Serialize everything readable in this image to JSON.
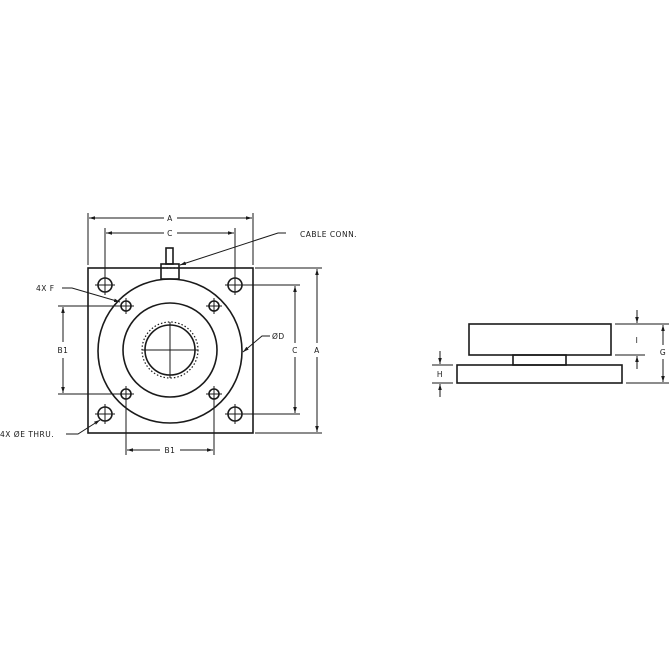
{
  "drawing": {
    "top_view": {
      "labels": {
        "width_a": "A",
        "hole_spacing_c": "C",
        "cable_conn": "CABLE CONN.",
        "mount_holes_f": "4X F",
        "bolt_spacing_b1_vertical": "B1",
        "diameter_d": "ØD",
        "height_c": "C",
        "height_a": "A",
        "thru_holes_e": "4X ØE THRU.",
        "bolt_spacing_b1_horizontal": "B1"
      }
    },
    "side_view": {
      "labels": {
        "dim_i": "I",
        "dim_g": "G",
        "dim_h": "H"
      }
    }
  }
}
